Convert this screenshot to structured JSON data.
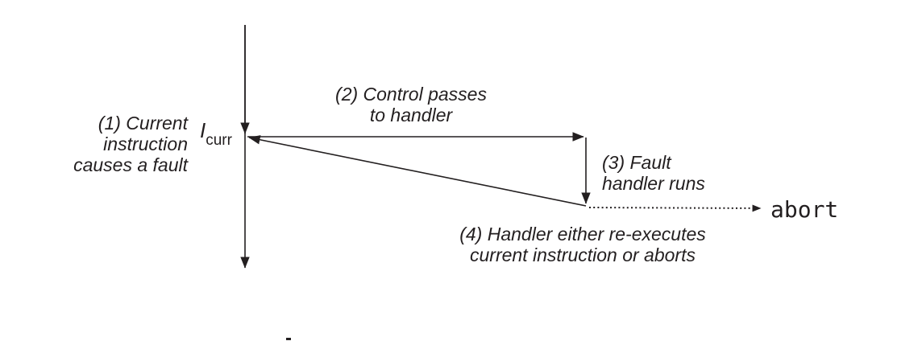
{
  "colors": {
    "ink": "#231f20",
    "background": "#ffffff"
  },
  "diagram": {
    "steps": {
      "step1": "(1) Current\ninstruction\ncauses a fault",
      "step2": "(2) Control passes\nto handler",
      "step3": "(3) Fault\nhandler runs",
      "step4": "(4) Handler either re-executes\ncurrent instruction or aborts"
    },
    "instruction_label": {
      "symbol": "I",
      "subscript": "curr"
    },
    "abort_label": "abort",
    "arrows": [
      {
        "name": "program-flow",
        "style": "solid",
        "direction": "down"
      },
      {
        "name": "control-passes-to-handler",
        "style": "solid",
        "direction": "right"
      },
      {
        "name": "fault-handler-runs",
        "style": "solid",
        "direction": "down"
      },
      {
        "name": "handler-returns-to-current-instruction",
        "style": "solid",
        "direction": "left"
      },
      {
        "name": "handler-aborts",
        "style": "dotted",
        "direction": "right"
      }
    ]
  }
}
